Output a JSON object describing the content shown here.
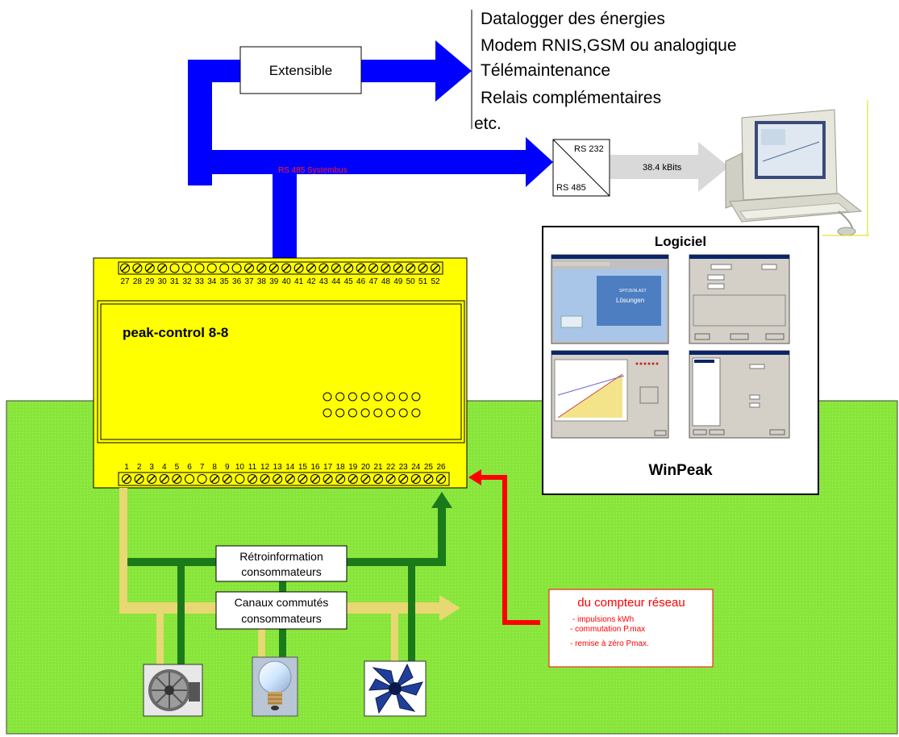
{
  "colors": {
    "bus_blue": "#0000ff",
    "ground_green": "#88e53a",
    "controller_yellow": "#ffff00",
    "feedback_green": "#1a7a1a",
    "switched_beige": "#e8d873",
    "meter_red": "#ff0000",
    "link_grey": "#d9d9d9"
  },
  "extensible": {
    "label": "Extensible",
    "options": [
      "Datalogger des énergies",
      "Modem RNIS,GSM ou analogique",
      "Télémaintenance",
      "Relais complémentaires",
      "etc."
    ]
  },
  "bus": {
    "label": "RS 485 Systembus"
  },
  "converter": {
    "top": "RS 232",
    "bottom": "RS 485"
  },
  "link": {
    "speed": "38.4 kBits"
  },
  "software": {
    "title": "Logiciel",
    "name": "WinPeak"
  },
  "controller": {
    "name": "peak-control 8-8",
    "top_terminals": [
      "27",
      "28",
      "29",
      "30",
      "31",
      "32",
      "33",
      "34",
      "35",
      "36",
      "37",
      "38",
      "39",
      "40",
      "41",
      "42",
      "43",
      "44",
      "45",
      "46",
      "47",
      "48",
      "49",
      "50",
      "51",
      "52"
    ],
    "bottom_terminals": [
      "1",
      "2",
      "3",
      "4",
      "5",
      "6",
      "7",
      "8",
      "9",
      "10",
      "11",
      "12",
      "13",
      "14",
      "15",
      "16",
      "17",
      "18",
      "19",
      "20",
      "21",
      "22",
      "23",
      "24",
      "25",
      "26"
    ]
  },
  "feedback": {
    "line1": "Rétroinformation",
    "line2": "consommateurs"
  },
  "switched": {
    "line1": "Canaux commutés",
    "line2": "consommateurs"
  },
  "meter": {
    "title": "du compteur réseau",
    "items": [
      "- impulsions kWh",
      "- commutation P.max",
      "- remise à zéro Pmax."
    ]
  },
  "devices": [
    "ventilator-icon",
    "light-bulb-icon",
    "fan-icon"
  ]
}
